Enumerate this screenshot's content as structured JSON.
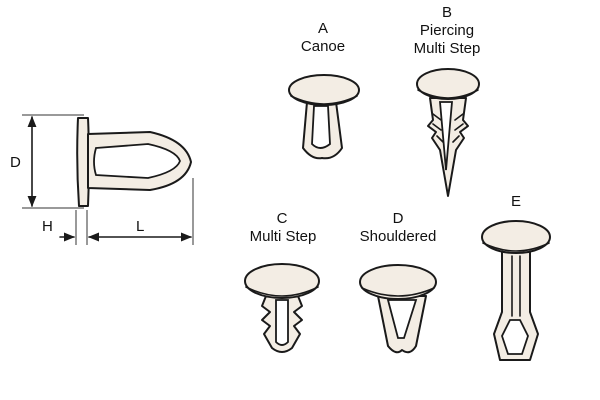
{
  "labels": {
    "a_letter": "A",
    "a_name": "Canoe",
    "b_letter": "B",
    "b_name_1": "Piercing",
    "b_name_2": "Multi Step",
    "c_letter": "C",
    "c_name": "Multi Step",
    "d_letter": "D",
    "d_name": "Shouldered",
    "e_letter": "E"
  },
  "dimensions": {
    "diameter": "D",
    "head_thickness": "H",
    "length": "L"
  }
}
